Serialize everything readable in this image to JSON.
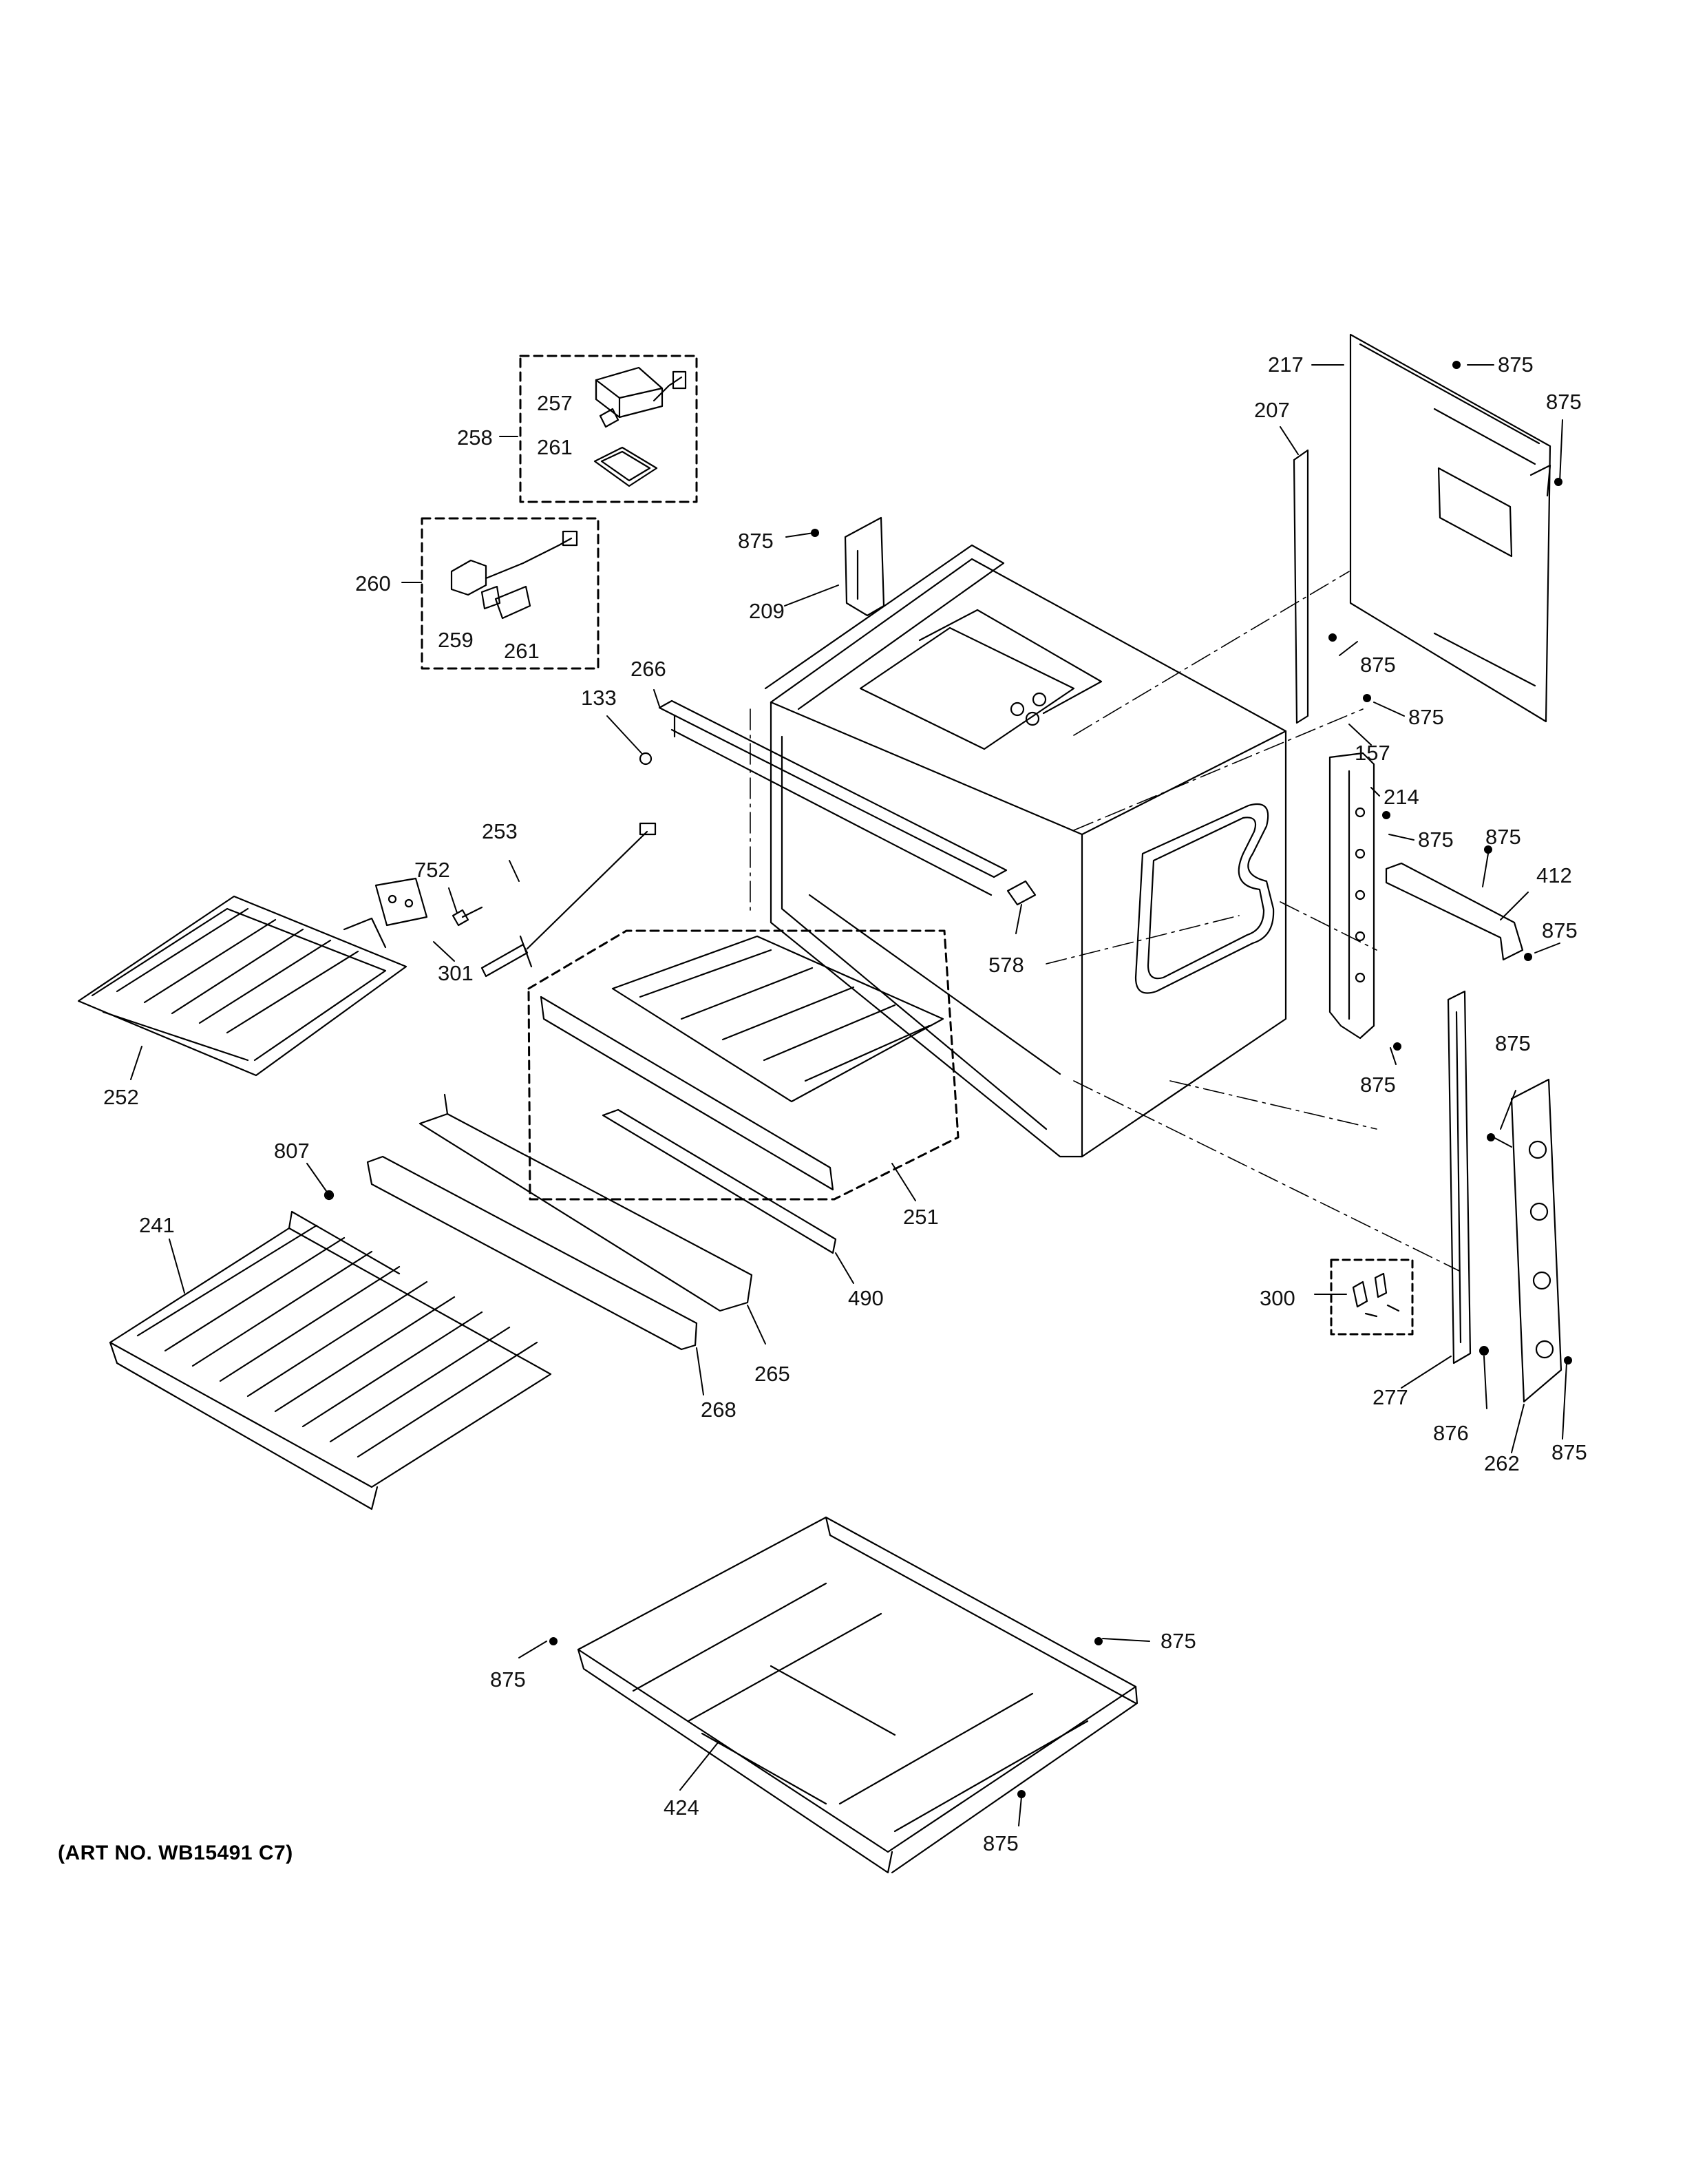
{
  "art_number": "(ART NO. WB15491 C7)",
  "part_callouts": {
    "p217": "217",
    "p207": "207",
    "p875": "875",
    "p258": "258",
    "p257": "257",
    "p261": "261",
    "p260": "260",
    "p259": "259",
    "p209": "209",
    "p266": "266",
    "p133": "133",
    "p157": "157",
    "p214": "214",
    "p412": "412",
    "p253": "253",
    "p752": "752",
    "p301": "301",
    "p578": "578",
    "p252": "252",
    "p251": "251",
    "p807": "807",
    "p241": "241",
    "p490": "490",
    "p265": "265",
    "p268": "268",
    "p300": "300",
    "p277": "277",
    "p876": "876",
    "p262": "262",
    "p424": "424"
  }
}
